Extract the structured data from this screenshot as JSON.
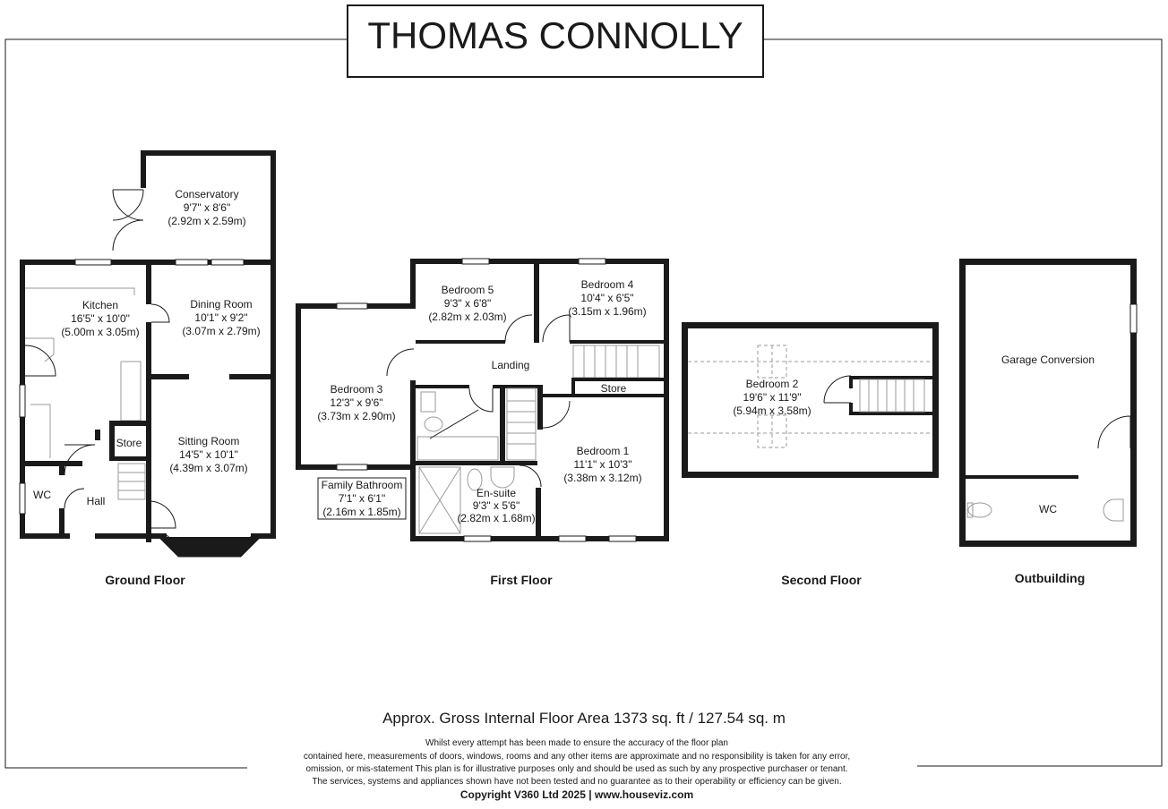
{
  "brand": "THOMAS CONNOLLY",
  "floors": {
    "ground": "Ground Floor",
    "first": "First Floor",
    "second": "Second Floor",
    "outbuilding": "Outbuilding"
  },
  "rooms": {
    "conservatory": {
      "name": "Conservatory",
      "imperial": "9'7\" x 8'6\"",
      "metric": "(2.92m x 2.59m)"
    },
    "kitchen": {
      "name": "Kitchen",
      "imperial": "16'5\" x 10'0\"",
      "metric": "(5.00m x 3.05m)"
    },
    "dining": {
      "name": "Dining Room",
      "imperial": "10'1\" x 9'2\"",
      "metric": "(3.07m x 2.79m)"
    },
    "sitting": {
      "name": "Sitting Room",
      "imperial": "14'5\" x 10'1\"",
      "metric": "(4.39m x 3.07m)"
    },
    "store_ground": {
      "name": "Store"
    },
    "wc_ground": {
      "name": "WC"
    },
    "hall": {
      "name": "Hall"
    },
    "bedroom5": {
      "name": "Bedroom 5",
      "imperial": "9'3\" x 6'8\"",
      "metric": "(2.82m x 2.03m)"
    },
    "bedroom4": {
      "name": "Bedroom 4",
      "imperial": "10'4\" x 6'5\"",
      "metric": "(3.15m x 1.96m)"
    },
    "landing": {
      "name": "Landing"
    },
    "store_first": {
      "name": "Store"
    },
    "bedroom3": {
      "name": "Bedroom 3",
      "imperial": "12'3\" x 9'6\"",
      "metric": "(3.73m x 2.90m)"
    },
    "bedroom1": {
      "name": "Bedroom 1",
      "imperial": "11'1\" x 10'3\"",
      "metric": "(3.38m x 3.12m)"
    },
    "family_bathroom": {
      "name": "Family Bathroom",
      "imperial": "7'1\" x 6'1\"",
      "metric": "(2.16m x 1.85m)"
    },
    "ensuite": {
      "name": "En-suite",
      "imperial": "9'3\" x 5'6\"",
      "metric": "(2.82m x 1.68m)"
    },
    "bedroom2": {
      "name": "Bedroom 2",
      "imperial": "19'6\" x 11'9\"",
      "metric": "(5.94m x 3.58m)"
    },
    "garage": {
      "name": "Garage Conversion"
    },
    "wc_out": {
      "name": "WC"
    }
  },
  "footer": {
    "area": "Approx. Gross Internal Floor Area 1373 sq. ft / 127.54 sq. m",
    "disclaimer": [
      "Whilst every attempt has been made to ensure the accuracy of the floor plan",
      "contained here, measurements of doors, windows, rooms and any other items are approximate and no responsibility is taken for any error,",
      "omission, or mis-statement This plan is for illustrative purposes only and should be used as such by any prospective purchaser or tenant.",
      "The services, systems and appliances shown have not been tested and no guarantee as to their operability or efficiency can be given."
    ],
    "copyright": "Copyright V360 Ltd 2025 | www.houseviz.com"
  }
}
